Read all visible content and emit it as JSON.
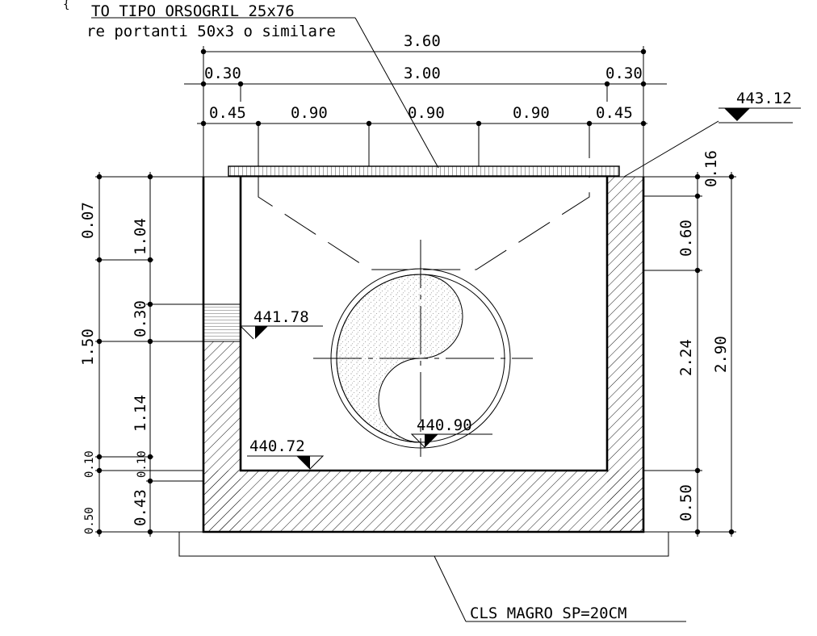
{
  "labels": {
    "grate_line1": "TO TIPO ORSOGRIL 25x76",
    "grate_line2": "re portanti 50x3 o similare",
    "lean_concrete": "CLS MAGRO SP=20CM"
  },
  "elevations": {
    "top": "443.12",
    "inlet": "441.78",
    "pipe_invert": "440.90",
    "bottom": "440.72"
  },
  "dims_horizontal": {
    "overall": "3.60",
    "inner": "3.00",
    "wall_left": "0.30",
    "wall_right": "0.30",
    "span_left": "0.45",
    "span_1": "0.90",
    "span_2": "0.90",
    "span_3": "0.90",
    "span_right": "0.45"
  },
  "dims_left": {
    "a_top": "0.07",
    "a_1": "1.04",
    "a_2": "0.30",
    "a_3": "1.14",
    "a_4": "0.10",
    "a_5": "0.43",
    "b_1": "1.50",
    "b_2": "0.10",
    "b_3": "0.50"
  },
  "dims_right": {
    "c_top": "0.16",
    "c_1": "0.60",
    "c_2": "2.24",
    "c_3": "0.50",
    "overall": "2.90"
  }
}
